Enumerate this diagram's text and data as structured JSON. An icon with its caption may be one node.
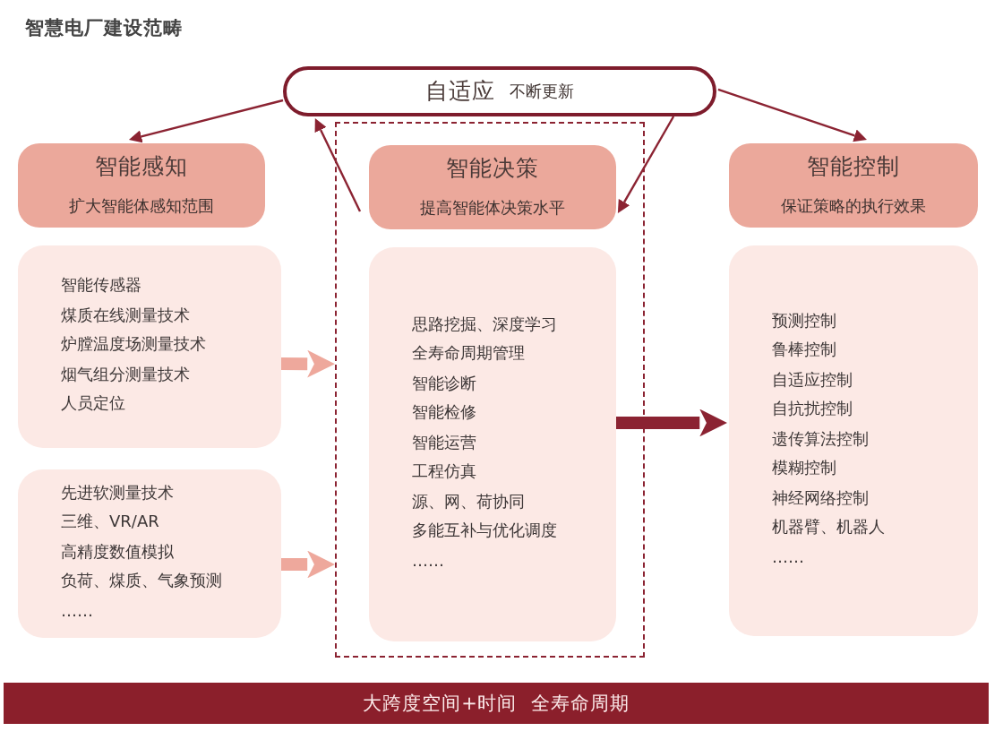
{
  "diagram": {
    "title": "智慧电厂建设范畴",
    "nodes": [
      {
        "text": [
          "自适应",
          "不断更新"
        ]
      },
      {
        "text": [
          "智能感知",
          "扩大智能体感知范围"
        ]
      },
      {
        "text": [],
        "shape": "box"
      },
      {
        "text": [
          "智能决策",
          "提高智能体决策水平"
        ],
        "in": 2
      },
      {
        "text": [
          "智能控制",
          "保证策略的执行效果"
        ]
      },
      {
        "text": [
          "智能传感器",
          "煤质在线测量技术",
          "炉膛温度场测量技术",
          "烟气组分测量技术",
          "人员定位"
        ]
      },
      {
        "text": [
          "先进软测量技术",
          "三维、VR/AR",
          "高精度数值模拟",
          "负荷、煤质、气象预测",
          "……"
        ]
      },
      {
        "text": [
          "思路挖掘、深度学习",
          "全寿命周期管理",
          "智能诊断",
          "智能检修",
          "智能运营",
          "工程仿真",
          "源、网、荷协同",
          "多能互补与优化调度",
          "……"
        ],
        "in": 2
      },
      {
        "text": [
          "预测控制",
          "鲁棒控制",
          "自适应控制",
          "自抗扰控制",
          "遗传算法控制",
          "模糊控制",
          "神经网络控制",
          "机器臂、机器人",
          "……"
        ]
      },
      {
        "text": [
          "大跨度空间+时间",
          "全寿命周期"
        ]
      }
    ],
    "edges": [
      {
        "from": 0,
        "to": 1,
        "arrow": "to"
      },
      {
        "from": 0,
        "to": 4,
        "arrow": "to"
      },
      {
        "from": 3,
        "to": 0,
        "arrow": "to"
      },
      {
        "from": 0,
        "to": 3,
        "arrow": "to"
      },
      {
        "from": 5,
        "to": 2,
        "arrow": "to",
        "style": "thick",
        "color": "#eea89c"
      },
      {
        "from": 6,
        "to": 2,
        "arrow": "to",
        "style": "thick",
        "color": "#eea89c"
      },
      {
        "from": 7,
        "to": 8,
        "arrow": "to",
        "style": "thick"
      }
    ]
  }
}
